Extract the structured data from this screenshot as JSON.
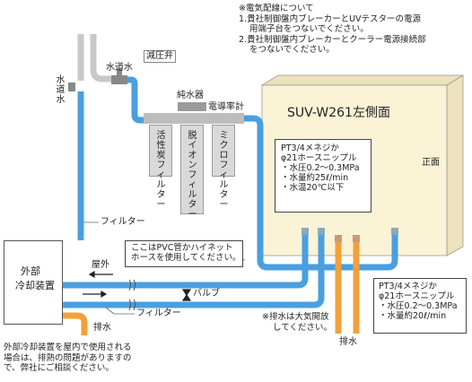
{
  "notes": {
    "header": "※電気配線について",
    "line1a": "1.貴社制御盤内ブレーカーとUVテスターの電源",
    "line1b": "用端子台をつないでください。",
    "line2a": "2.貴社制御盤内ブレーカーとクーラー電源接続部",
    "line2b": "をつないでください。"
  },
  "labels": {
    "tap_left": "水道水",
    "tap_top": "水道水",
    "pressure_valve": "減圧弁",
    "purifier": "純水器",
    "conductivity": "電導率計",
    "filter_carbon": "活性炭フィルター",
    "filter_deion": "脱イオンフィルター",
    "filter_micro": "ミクロフィルター",
    "filter_left": "フィルター",
    "filter_bottom": "フィルター",
    "outdoor": "屋外",
    "valve": "バルブ",
    "drain_left": "排水",
    "drain_right": "排水",
    "cooler": "外部冷却装置",
    "pvc_note_a": "ここはPVC管かハイネット",
    "pvc_note_b": "ホースを使用してください。",
    "open_note_a": "※排水は大気開放",
    "open_note_b": "してください。",
    "front": "正面",
    "bottom_note_a": "外部冷却装置を屋内で使用される",
    "bottom_note_b": "場合は、排熱の問題がありますの",
    "bottom_note_c": "で、弊社にご相談ください。"
  },
  "unit": {
    "title": "SUV-W261左側面"
  },
  "spec1": {
    "l1": "PT3/4メネジか",
    "l2": "φ21ホースニップル",
    "l3": "・水圧0.2〜0.3MPa",
    "l4": "・水量約25ℓ/min",
    "l5": "・水温20℃以下"
  },
  "spec2": {
    "l1": "PT3/4メネジか",
    "l2": "φ21ホースニップル",
    "l3": "・水圧0.2〜0.3MPa",
    "l4": "・水量約20ℓ/min"
  },
  "colors": {
    "pipe_blue": "#4a9fe0",
    "pipe_orange": "#f3a03a",
    "unit_face": "#fbf3d6",
    "unit_edge": "#e5d6a8",
    "filter_gray": "#d9d9d9"
  }
}
